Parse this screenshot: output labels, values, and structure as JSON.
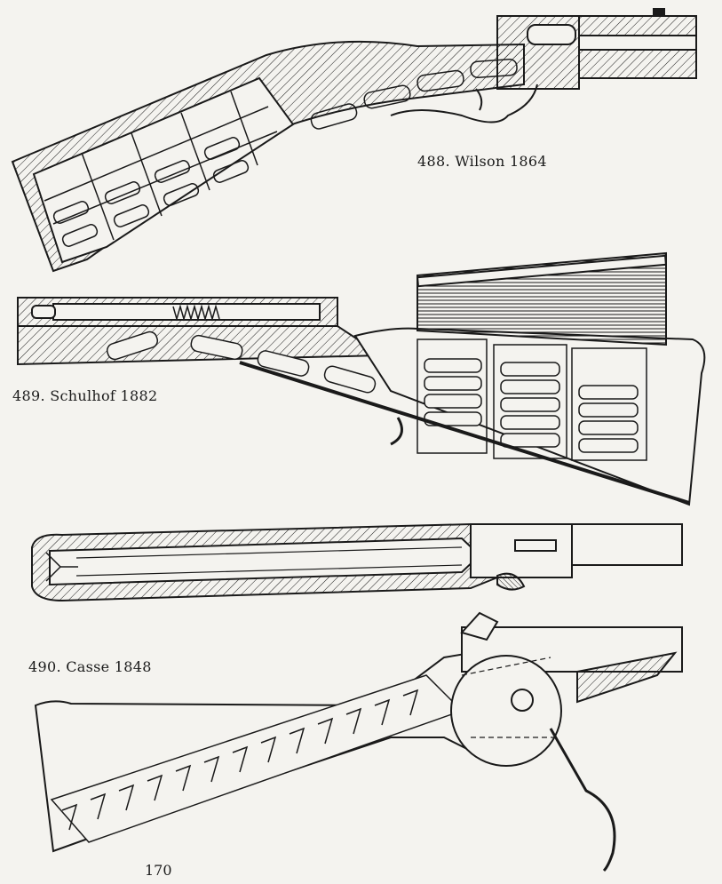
{
  "figures": [
    {
      "number": "488.",
      "name": "Wilson 1864"
    },
    {
      "number": "489.",
      "name": "Schulhof 1882"
    },
    {
      "number": "490.",
      "name": "Casse 1848"
    }
  ],
  "page_number": "170",
  "colors": {
    "ink": "#1a1a1a",
    "paper": "#f4f3ef",
    "shade": "#8a8a8a"
  }
}
